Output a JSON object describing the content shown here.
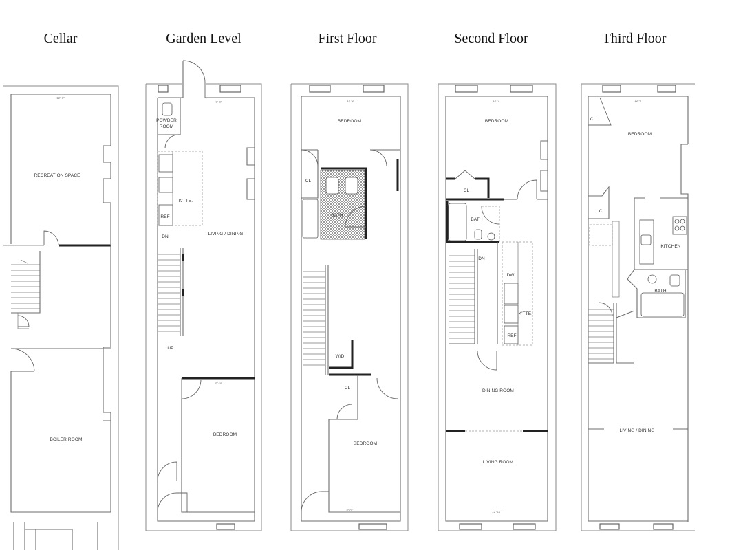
{
  "titles": {
    "cellar": "Cellar",
    "garden": "Garden Level",
    "first": "First Floor",
    "second": "Second Floor",
    "third": "Third Floor"
  },
  "rooms": {
    "cellar_recreation": "RECREATION SPACE",
    "cellar_boiler": "BOILER ROOM",
    "garden_powder": "POWDER",
    "garden_powder2": "ROOM",
    "garden_kitchenette": "K'TTE.",
    "garden_ref": "REF",
    "garden_dn": "DN",
    "garden_up": "UP",
    "garden_living": "LIVING / DINING",
    "garden_bedroom": "BEDROOM",
    "first_bedroom_top": "BEDROOM",
    "first_cl": "CL",
    "first_bath": "BATH",
    "first_wd": "W/D",
    "first_cl2": "CL",
    "first_bedroom_bottom": "BEDROOM",
    "second_bedroom": "BEDROOM",
    "second_cl": "CL",
    "second_bath": "BATH",
    "second_dn": "DN",
    "second_dw": "DW",
    "second_kitchenette": "K'TTE.",
    "second_ref": "REF",
    "second_dining": "DINING ROOM",
    "second_living": "LIVING ROOM",
    "third_cl": "CL",
    "third_bedroom": "BEDROOM",
    "third_cl2": "CL",
    "third_kitchen": "KITCHEN",
    "third_bath": "BATH",
    "third_living": "LIVING / DINING"
  },
  "dims": {
    "d1": "12'-0\"",
    "d2": "9'-0\"",
    "d3": "12'-2\"",
    "d4": "12'-7\"",
    "d5": "12'-0\"",
    "d6": "9'-10\"",
    "d7": "8'-0\"",
    "d8": "12'-11\""
  }
}
